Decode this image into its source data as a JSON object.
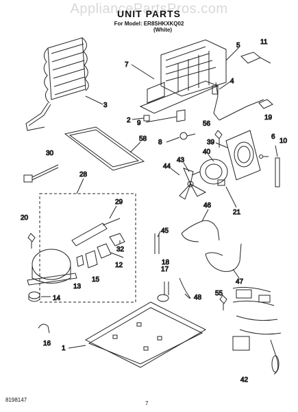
{
  "watermark": "AppliancePartsPros.com",
  "header": {
    "title": "UNIT PARTS",
    "model_line": "For Model: ER8SHKXKQ02",
    "color_line": "(White)"
  },
  "callouts": {
    "c1": "1",
    "c2": "2",
    "c3": "3",
    "c4": "4",
    "c5": "5",
    "c6": "6",
    "c7": "7",
    "c8": "8",
    "c9": "9",
    "c10": "10",
    "c11": "11",
    "c12": "12",
    "c13": "13",
    "c14": "14",
    "c15": "15",
    "c16": "16",
    "c17": "17",
    "c18": "18",
    "c19": "19",
    "c20": "20",
    "c21": "21",
    "c28": "28",
    "c29": "29",
    "c30": "30",
    "c32": "32",
    "c39": "39",
    "c40": "40",
    "c42": "42",
    "c43": "43",
    "c44": "44",
    "c45": "45",
    "c46": "46",
    "c47": "47",
    "c48": "48",
    "c55": "55",
    "c56": "56",
    "c58": "58"
  },
  "footer": {
    "doc_number": "8198147",
    "page_number": "7"
  }
}
